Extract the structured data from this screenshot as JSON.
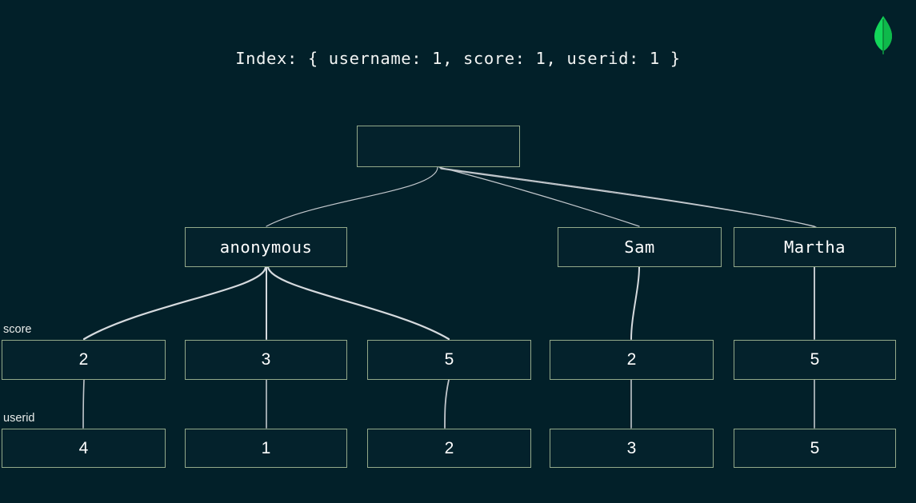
{
  "page": {
    "background_color": "#022029",
    "node_border_color": "#93a98a",
    "node_fill_color": "#04222c",
    "edge_color": "#c9cdd2",
    "text_color": "#ffffff",
    "logo_color": "#13aa52"
  },
  "header": {
    "title": "Index: { username: 1, score: 1, userid: 1 }",
    "logo_name": "mongodb-leaf-logo"
  },
  "tree": {
    "root": {
      "label": ""
    },
    "level_username": [
      {
        "label": "anonymous"
      },
      {
        "label": "Sam"
      },
      {
        "label": "Martha"
      }
    ],
    "level_score": [
      {
        "label": "2"
      },
      {
        "label": "3"
      },
      {
        "label": "5"
      },
      {
        "label": "2"
      },
      {
        "label": "5"
      }
    ],
    "level_userid": [
      {
        "label": "4"
      },
      {
        "label": "1"
      },
      {
        "label": "2"
      },
      {
        "label": "3"
      },
      {
        "label": "5"
      }
    ]
  },
  "labels": {
    "score": "score",
    "userid": "userid"
  }
}
